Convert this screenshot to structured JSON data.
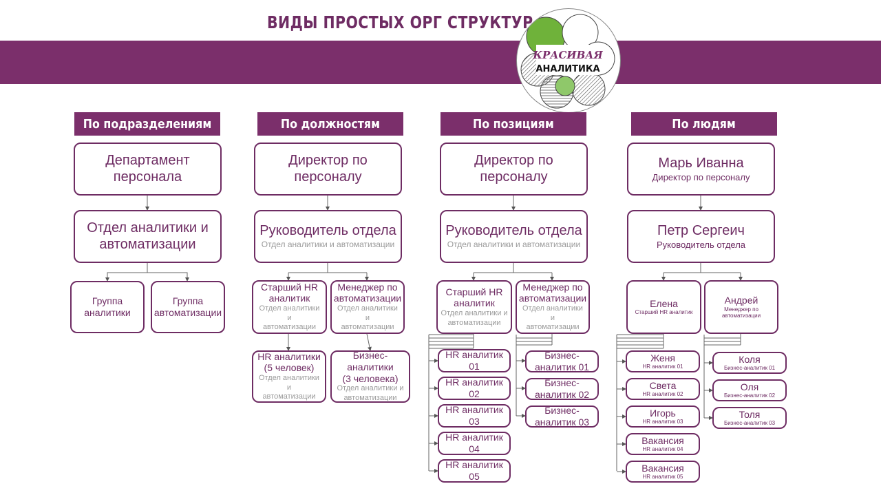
{
  "title": "ВИДЫ ПРОСТЫХ ОРГ СТРУКТУР",
  "logo": {
    "line1": "КРАСИВАЯ",
    "line2": "АНАЛИТИКА"
  },
  "colors": {
    "brand": "#7b2f6b",
    "text": "#6e2c63",
    "muted": "#9a9a9a",
    "logo_green": "#6fb23a"
  },
  "col1": {
    "header": "По подразделениям",
    "top": {
      "l1": "Департамент",
      "l2": "персонала"
    },
    "mid": {
      "l1": "Отдел аналитики и",
      "l2": "автоматизации"
    },
    "g1": {
      "l1": "Группа",
      "l2": "аналитики"
    },
    "g2": {
      "l1": "Группа",
      "l2": "автоматизации"
    }
  },
  "col2": {
    "header": "По должностям",
    "top": {
      "l1": "Директор по",
      "l2": "персоналу"
    },
    "mid": {
      "title": "Руководитель отдела",
      "sub": "Отдел аналитики и автоматизации"
    },
    "a": {
      "l1": "Старший HR",
      "l2": "аналитик",
      "s1": "Отдел аналитики и",
      "s2": "автоматизации"
    },
    "b": {
      "l1": "Менеджер по",
      "l2": "автоматизации",
      "s1": "Отдел аналитики и",
      "s2": "автоматизации"
    },
    "c": {
      "l1": "HR аналитики",
      "l2": "(5 человек)",
      "s1": "Отдел аналитики и",
      "s2": "автоматизации"
    },
    "d": {
      "l1": "Бизнес-аналитики",
      "l2": "(3 человека)",
      "s1": "Отдел аналитики и",
      "s2": "автоматизации"
    }
  },
  "col3": {
    "header": "По позициям",
    "top": {
      "l1": "Директор по",
      "l2": "персоналу"
    },
    "mid": {
      "title": "Руководитель отдела",
      "sub": "Отдел аналитики и автоматизации"
    },
    "a": {
      "l1": "Старший HR",
      "l2": "аналитик",
      "s1": "Отдел аналитики и",
      "s2": "автоматизации"
    },
    "b": {
      "l1": "Менеджер по",
      "l2": "автоматизации",
      "s1": "Отдел аналитики и",
      "s2": "автоматизации"
    },
    "hr": [
      "HR аналитик 01",
      "HR аналитик 02",
      "HR аналитик 03",
      "HR аналитик 04",
      "HR аналитик 05"
    ],
    "ba": [
      {
        "l1": "Бизнес-",
        "l2": "аналитик 01"
      },
      {
        "l1": "Бизнес-",
        "l2": "аналитик 02"
      },
      {
        "l1": "Бизнес-",
        "l2": "аналитик 03"
      }
    ]
  },
  "col4": {
    "header": "По людям",
    "top": {
      "name": "Марь Иванна",
      "role": "Директор по персоналу"
    },
    "mid": {
      "name": "Петр Сергеич",
      "role": "Руководитель отдела"
    },
    "a": {
      "name": "Елена",
      "role": "Старший HR аналитик"
    },
    "b": {
      "name": "Андрей",
      "role1": "Менеджер по",
      "role2": "автоматизации"
    },
    "left": [
      {
        "name": "Женя",
        "role": "HR аналитик 01"
      },
      {
        "name": "Света",
        "role": "HR аналитик 02"
      },
      {
        "name": "Игорь",
        "role": "HR аналитик 03"
      },
      {
        "name": "Вакансия",
        "role": "HR аналитик 04"
      },
      {
        "name": "Вакансия",
        "role": "HR аналитик 05"
      }
    ],
    "right": [
      {
        "name": "Коля",
        "role": "Бизнес-аналитик 01"
      },
      {
        "name": "Оля",
        "role": "Бизнес-аналитик 02"
      },
      {
        "name": "Толя",
        "role": "Бизнес-аналитик 03"
      }
    ]
  }
}
